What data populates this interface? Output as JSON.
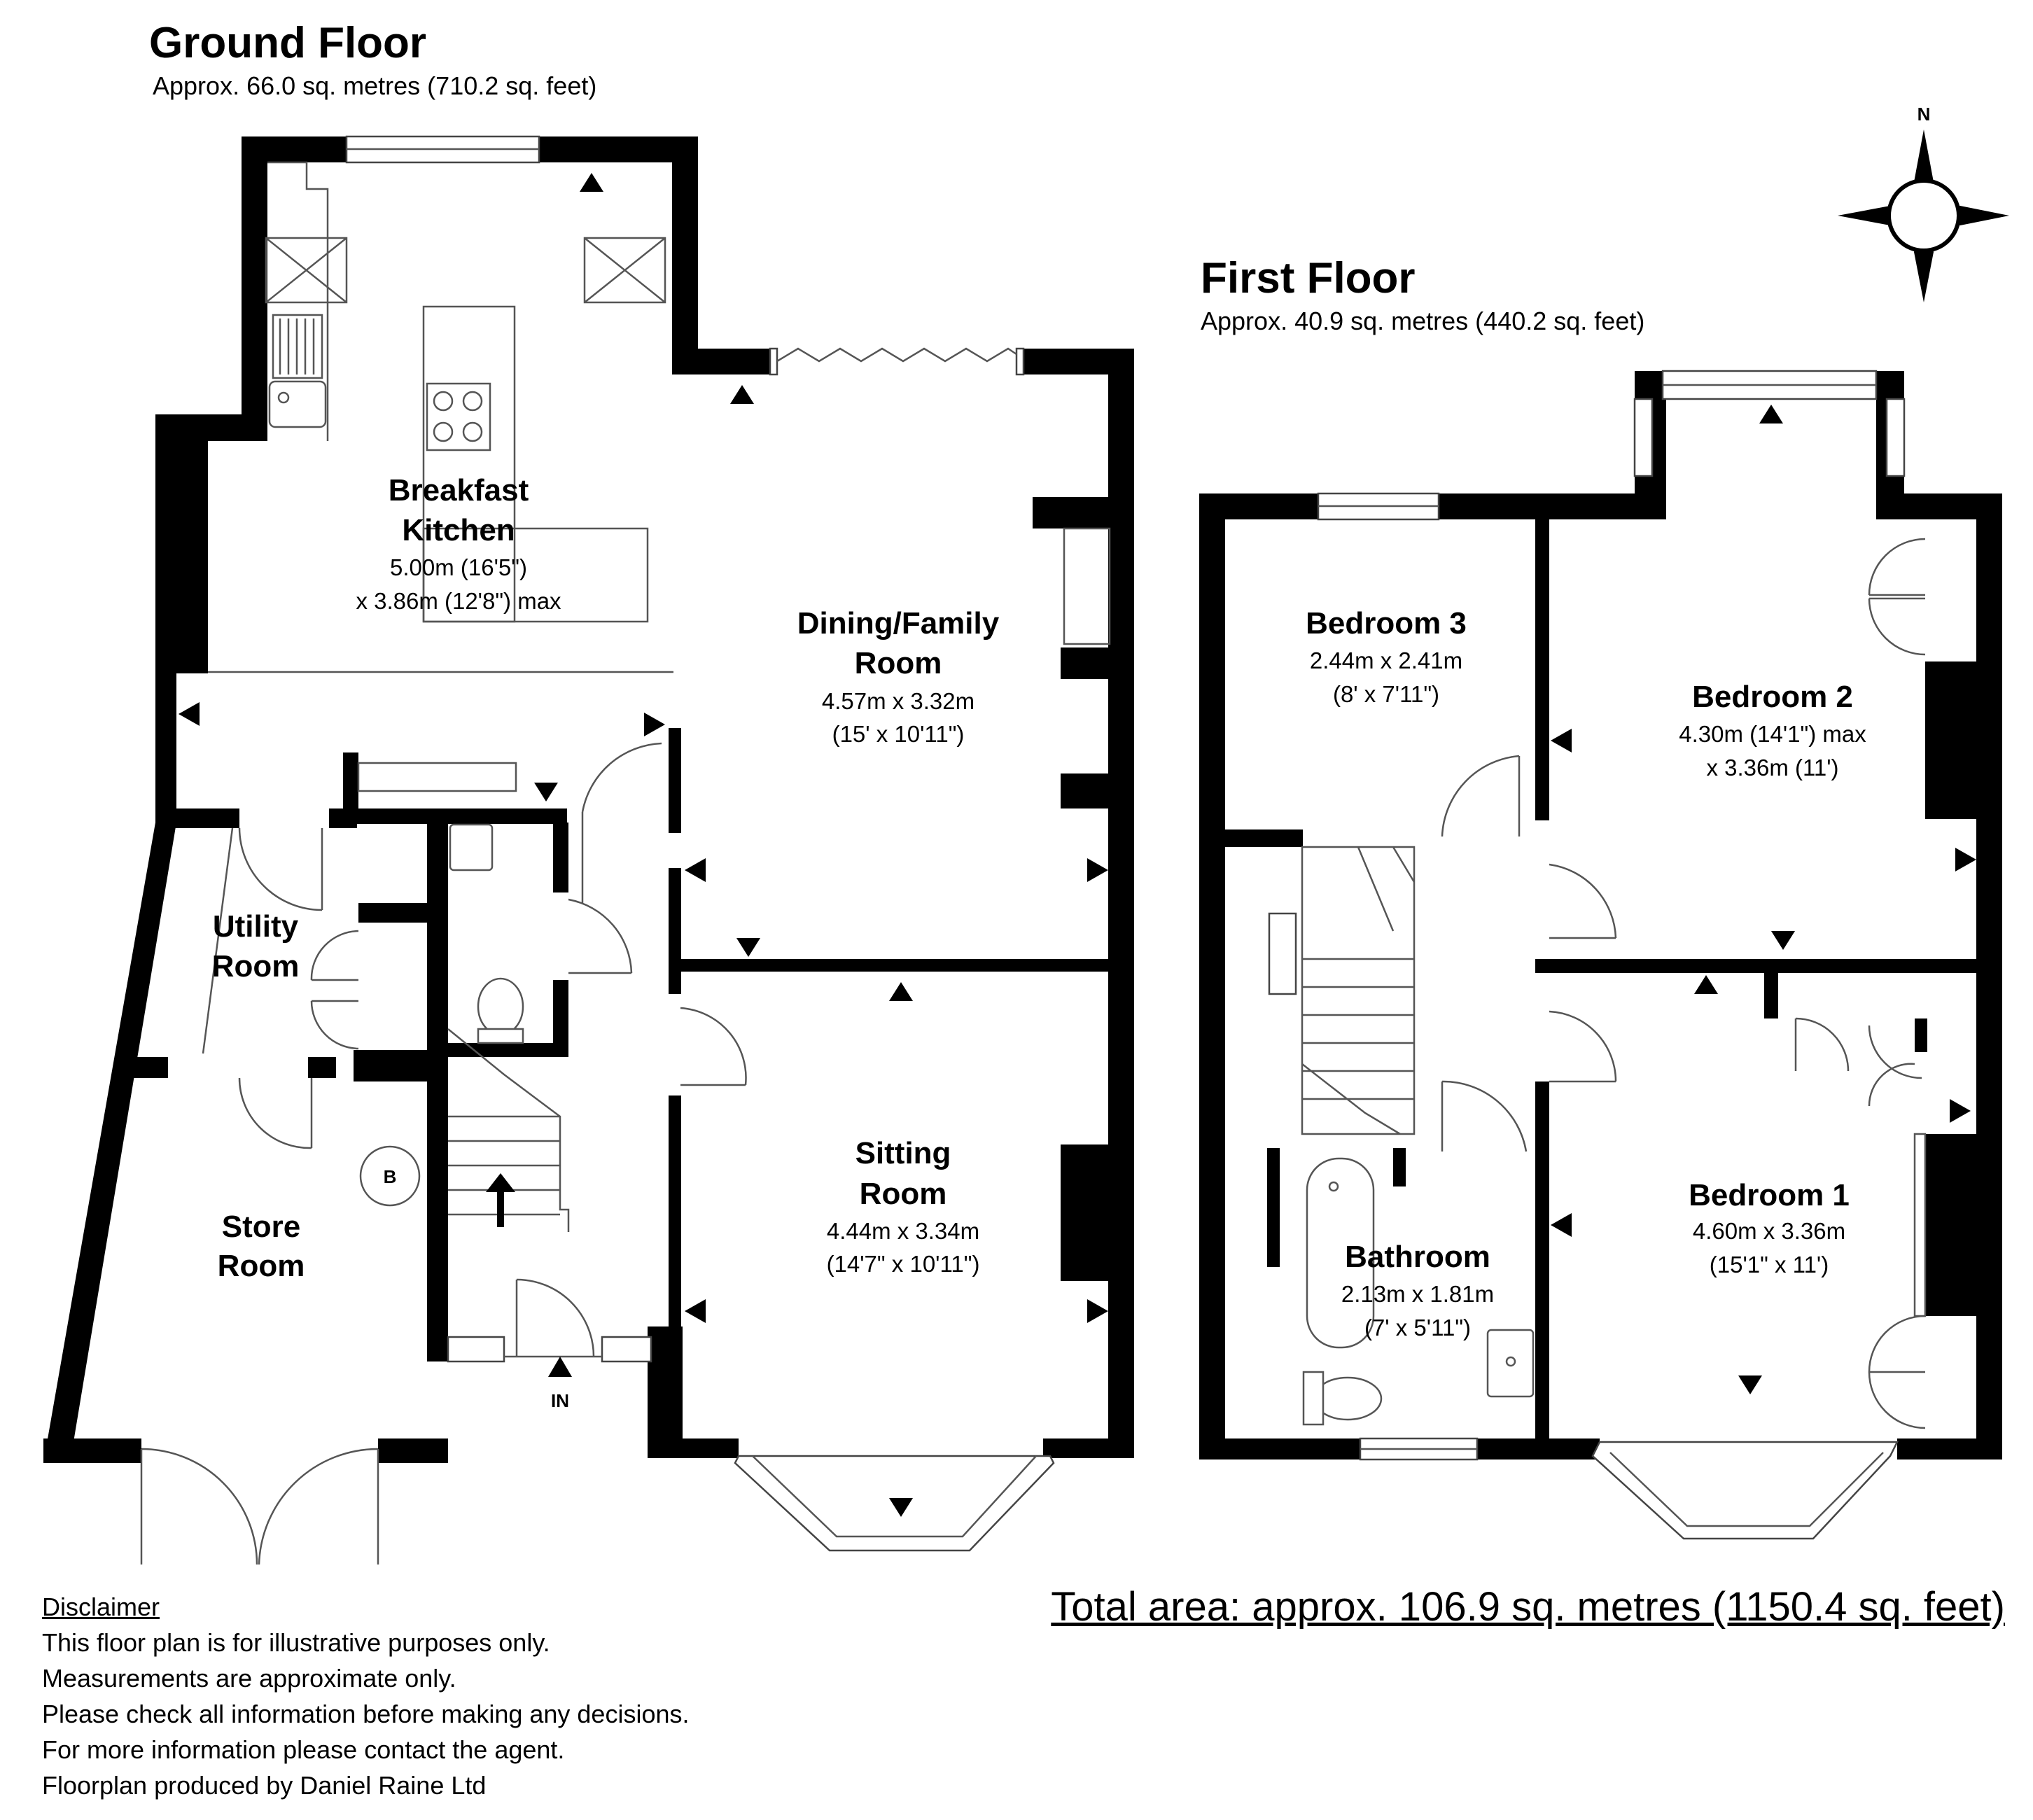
{
  "ground_floor": {
    "title": "Ground Floor",
    "area": "Approx. 66.0 sq. metres (710.2 sq. feet)",
    "rooms": {
      "breakfast_kitchen": {
        "name_line1": "Breakfast",
        "name_line2": "Kitchen",
        "dim_line1": "5.00m (16'5\")",
        "dim_line2": "x 3.86m (12'8\") max"
      },
      "dining_family": {
        "name_line1": "Dining/Family",
        "name_line2": "Room",
        "dim_line1": "4.57m x 3.32m",
        "dim_line2": "(15' x 10'11\")"
      },
      "utility": {
        "name_line1": "Utility",
        "name_line2": "Room"
      },
      "store": {
        "name_line1": "Store",
        "name_line2": "Room"
      },
      "sitting": {
        "name_line1": "Sitting",
        "name_line2": "Room",
        "dim_line1": "4.44m x 3.34m",
        "dim_line2": "(14'7\" x 10'11\")"
      }
    },
    "boiler_label": "B",
    "entrance_label": "IN"
  },
  "first_floor": {
    "title": "First Floor",
    "area": "Approx. 40.9 sq. metres (440.2 sq. feet)",
    "rooms": {
      "bedroom3": {
        "name": "Bedroom 3",
        "dim_line1": "2.44m x 2.41m",
        "dim_line2": "(8' x 7'11\")"
      },
      "bedroom2": {
        "name": "Bedroom 2",
        "dim_line1": "4.30m (14'1\") max",
        "dim_line2": "x 3.36m (11')"
      },
      "bedroom1": {
        "name": "Bedroom 1",
        "dim_line1": "4.60m x 3.36m",
        "dim_line2": "(15'1\" x 11')"
      },
      "bathroom": {
        "name": "Bathroom",
        "dim_line1": "2.13m x 1.81m",
        "dim_line2": "(7' x 5'11\")"
      }
    }
  },
  "compass": {
    "north_label": "N",
    "icon": "compass-rose-icon"
  },
  "disclaimer": {
    "heading": "Disclaimer",
    "lines": [
      "This floor plan is for illustrative purposes only.",
      "Measurements are approximate only.",
      "Please check all information before making any decisions.",
      "For more information please contact the agent.",
      "Floorplan produced by Daniel Raine Ltd"
    ]
  },
  "total_area": "Total area: approx. 106.9 sq. metres (1150.4 sq. feet)",
  "colors": {
    "walls": "#000000",
    "fixtures": "#555555",
    "background": "#ffffff"
  }
}
